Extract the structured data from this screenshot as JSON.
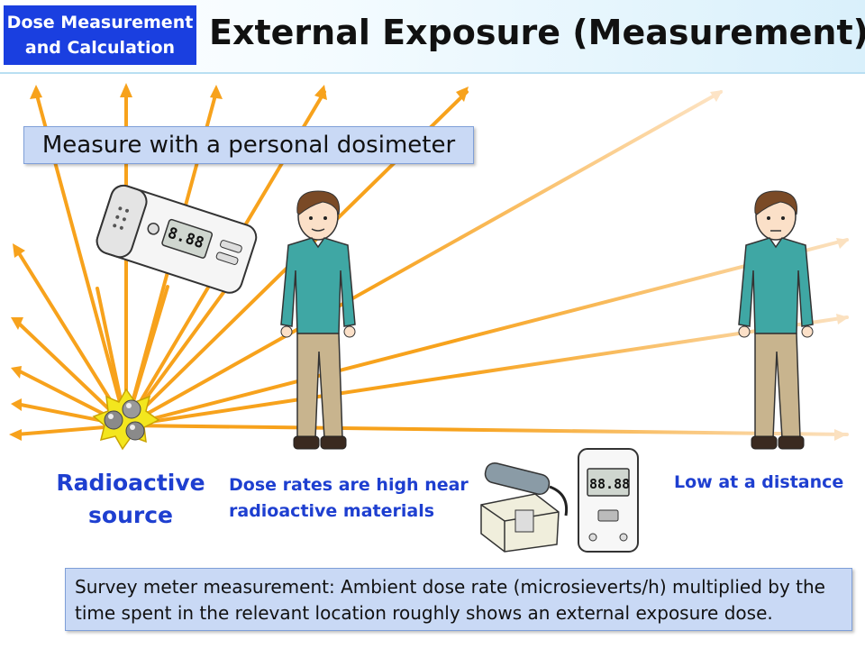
{
  "header": {
    "section_line1": "Dose Measurement",
    "section_line2": "and Calculation",
    "title": "External Exposure (Measurement)"
  },
  "callout": {
    "text": "Measure with a personal dosimeter"
  },
  "dosimeter": {
    "display": "8.88"
  },
  "survey_meter": {
    "display": "88.88"
  },
  "labels": {
    "source_line1": "Radioactive",
    "source_line2": "source",
    "near_line1": "Dose rates are high near",
    "near_line2": "radioactive materials",
    "far": "Low at a distance"
  },
  "note": {
    "text": "Survey meter measurement: Ambient dose rate (microsieverts/h) multiplied by the time spent in the relevant location roughly shows an external exposure dose."
  },
  "colors": {
    "accent_blue": "#1e3fd0",
    "badge_blue": "#1a3fe0",
    "ray_orange": "#f7a21c",
    "box_fill": "#c9d9f5"
  }
}
